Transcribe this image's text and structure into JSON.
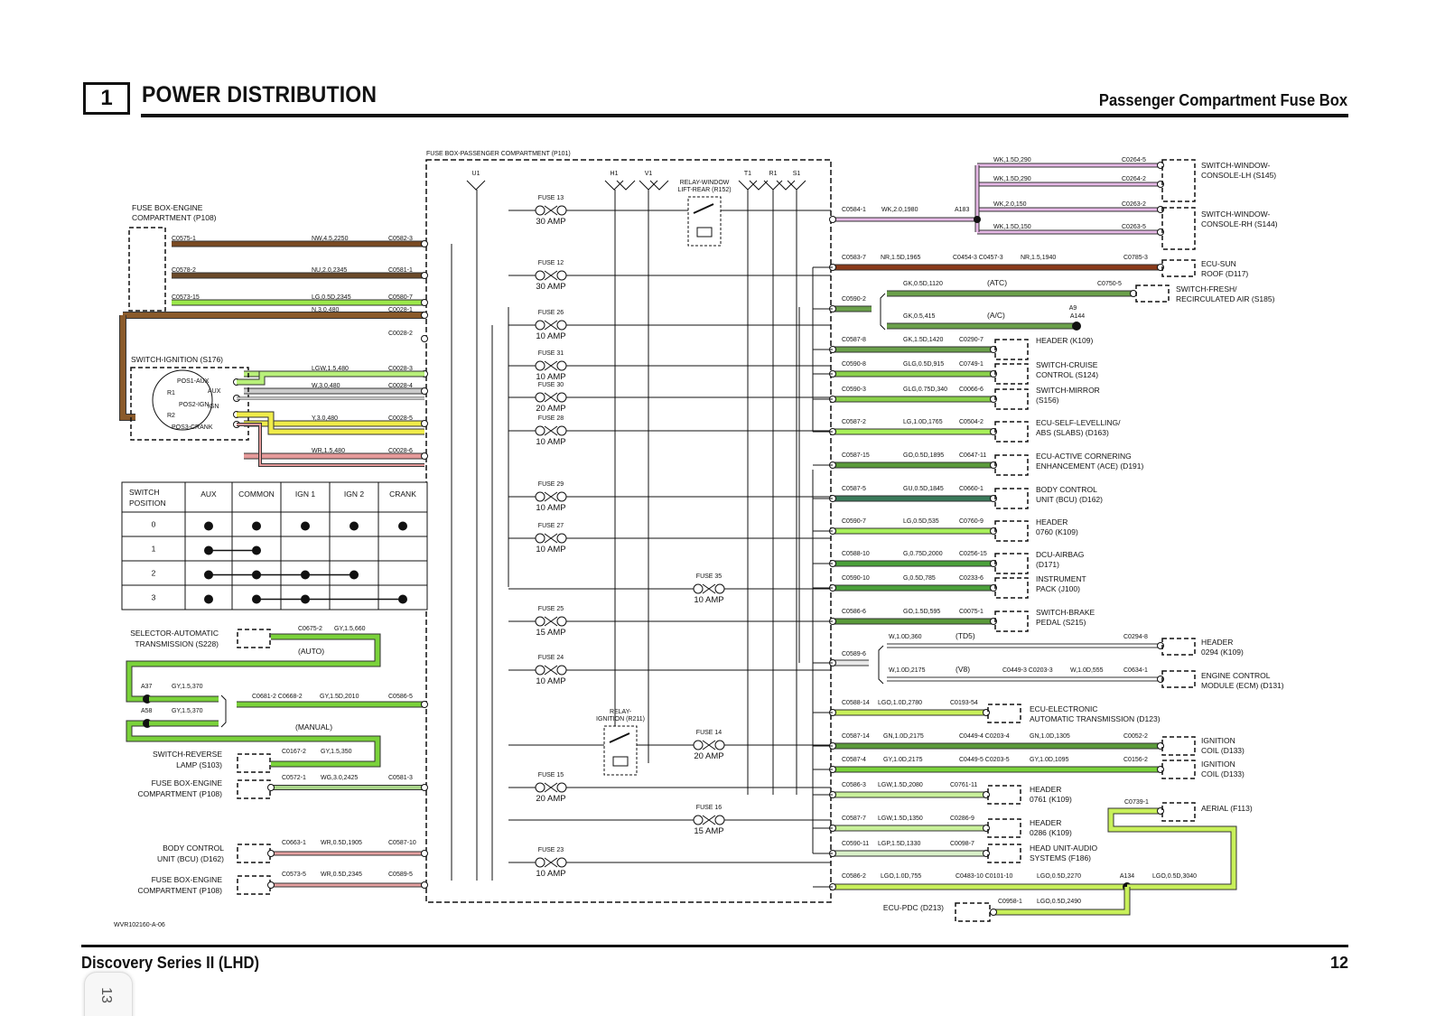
{
  "header": {
    "section_number": "1",
    "title": "POWER DISTRIBUTION",
    "subtitle": "Passenger Compartment Fuse Box"
  },
  "footer": {
    "model": "Discovery Series II (LHD)",
    "page_number": "12",
    "tab_label": "13",
    "drawing_ref": "WVR102160-A-06"
  },
  "fuse_box": {
    "label": "FUSE BOX-PASSENGER COMPARTMENT (P101)",
    "busbars": [
      "U1",
      "H1",
      "V1",
      "T1",
      "R1",
      "S1"
    ],
    "fuses": [
      {
        "name": "FUSE 13",
        "rating": "30 AMP"
      },
      {
        "name": "FUSE 12",
        "rating": "30 AMP"
      },
      {
        "name": "FUSE 26",
        "rating": "10 AMP"
      },
      {
        "name": "FUSE 31",
        "rating": "10 AMP"
      },
      {
        "name": "FUSE 30",
        "rating": "20 AMP"
      },
      {
        "name": "FUSE 28",
        "rating": "10 AMP"
      },
      {
        "name": "FUSE 29",
        "rating": "10 AMP"
      },
      {
        "name": "FUSE 27",
        "rating": "10 AMP"
      },
      {
        "name": "FUSE 35",
        "rating": "10 AMP"
      },
      {
        "name": "FUSE 25",
        "rating": "15 AMP"
      },
      {
        "name": "FUSE 24",
        "rating": "10 AMP"
      },
      {
        "name": "FUSE 14",
        "rating": "20 AMP"
      },
      {
        "name": "FUSE 15",
        "rating": "20 AMP"
      },
      {
        "name": "FUSE 16",
        "rating": "15 AMP"
      },
      {
        "name": "FUSE 23",
        "rating": "10 AMP"
      }
    ],
    "relays": [
      "RELAY-WINDOW LIFT-REAR (R152)",
      "RELAY-IGNITION (R211)"
    ]
  },
  "left_components": {
    "engine_fusebox_top": "FUSE BOX-ENGINE COMPARTMENT (P108)",
    "ignition_switch": "SWITCH-IGNITION (S176)",
    "ignition_positions": [
      "POS1-AUX",
      "POS2-IGN",
      "POS3-CRANK",
      "AUX",
      "IGN",
      "R1",
      "R2"
    ],
    "selector": "SELECTOR-AUTOMATIC TRANSMISSION (S228)",
    "auto_label": "(AUTO)",
    "manual_label": "(MANUAL)",
    "splices": [
      "A37",
      "A58"
    ],
    "reverse_switch": "SWITCH-REVERSE LAMP (S103)",
    "engine_fusebox_mid": "FUSE BOX-ENGINE COMPARTMENT (P108)",
    "bcu": "BODY CONTROL UNIT (BCU) (D162)",
    "engine_fusebox_bot": "FUSE BOX-ENGINE COMPARTMENT (P108)"
  },
  "switch_table": {
    "headers": [
      "SWITCH POSITION",
      "AUX",
      "COMMON",
      "IGN 1",
      "IGN 2",
      "CRANK"
    ],
    "rows": [
      {
        "position": "0",
        "dots": [
          1,
          1,
          1,
          1,
          1
        ]
      },
      {
        "position": "1",
        "dots": [
          1,
          1,
          0,
          0,
          0
        ]
      },
      {
        "position": "2",
        "dots": [
          1,
          1,
          1,
          1,
          0
        ]
      },
      {
        "position": "3",
        "dots": [
          1,
          1,
          1,
          0,
          1
        ]
      }
    ]
  },
  "left_wires": [
    {
      "from": "C0575-1",
      "code": "NW,4.5,2250",
      "to": "C0582-3",
      "color": "#7a4a22"
    },
    {
      "from": "C0578-2",
      "code": "NU,2.0,2345",
      "to": "C0581-1",
      "color": "#6b4a2a"
    },
    {
      "from": "C0573-15",
      "code": "LG,0.5D,2345",
      "to": "C0580-7",
      "color": "#9be84a"
    },
    {
      "from": "",
      "code": "N,3.0,480",
      "to": "C0028-1",
      "color": "#8a5a2a"
    },
    {
      "from": "",
      "code": "",
      "to": "C0028-2",
      "color": "#8a5a2a"
    },
    {
      "from": "",
      "code": "LGW,1.5,480",
      "to": "C0028-3",
      "color": "#b8f07a"
    },
    {
      "from": "",
      "code": "W,3.0,480",
      "to": "C0028-4",
      "color": "#cccccc"
    },
    {
      "from": "",
      "code": "Y,3.0,480",
      "to": "C0028-5",
      "color": "#f0ec4a"
    },
    {
      "from": "",
      "code": "WR,1.5,480",
      "to": "C0028-6",
      "color": "#e59a9a"
    },
    {
      "from": "C0675-2",
      "code": "GY,1.5,660",
      "to": "",
      "color": "#7ad23a"
    },
    {
      "from": "",
      "code": "GY,1.5,370",
      "to": "",
      "color": "#7ad23a"
    },
    {
      "from": "",
      "code": "GY,1.5,370",
      "to": "",
      "color": "#7ad23a"
    },
    {
      "from": "C0681-2 C0668-2",
      "code": "GY,1.5D,2010",
      "to": "C0586-5",
      "color": "#7ad23a"
    },
    {
      "from": "C0167-2",
      "code": "GY,1.5,350",
      "to": "",
      "color": "#7ad23a"
    },
    {
      "from": "C0572-1",
      "code": "WG,3.0,2425",
      "to": "C0581-3",
      "color": "#a8d48a"
    },
    {
      "from": "C0663-1",
      "code": "WR,0.5D,1905",
      "to": "C0587-10",
      "color": "#e5a0a0"
    },
    {
      "from": "C0573-5",
      "code": "WR,0.5D,2345",
      "to": "C0589-5",
      "color": "#e5a0a0"
    }
  ],
  "right_wires": [
    {
      "from": "",
      "code": "WK,1.5D,290",
      "to": "C0264-5",
      "color": "#e6b8e6"
    },
    {
      "from": "",
      "code": "WK,1.5D,290",
      "to": "C0264-2",
      "color": "#e6b8e6"
    },
    {
      "from": "C0584-1",
      "code": "WK,2.0,1980",
      "to": "A183",
      "color": "#e6b8e6"
    },
    {
      "from": "",
      "code": "WK,2.0,150",
      "to": "C0263-2",
      "color": "#e6b8e6"
    },
    {
      "from": "",
      "code": "WK,1.5D,150",
      "to": "C0263-5",
      "color": "#e6b8e6"
    },
    {
      "from": "C0583-7",
      "code": "NR,1.5D,1965",
      "to": "C0785-3",
      "color": "#8a3a1a"
    },
    {
      "from": "C0454-3 C0457-3",
      "code": "NR,1.5,1940",
      "to": "",
      "color": "#8a3a1a"
    },
    {
      "from": "",
      "code": "GK,0.5D,1120",
      "to": "C0750-5",
      "color": "#6aa04a"
    },
    {
      "from": "C0590-2",
      "code": "",
      "to": "",
      "color": "#6aa04a"
    },
    {
      "from": "",
      "code": "GK,0.5,415",
      "to": "A9 A144",
      "color": "#6aa04a"
    },
    {
      "from": "C0587-8",
      "code": "GK,1.5D,1420",
      "to": "C0290-7",
      "color": "#6aa04a"
    },
    {
      "from": "C0590-8",
      "code": "GLG,0.5D,915",
      "to": "C0749-1",
      "color": "#8ad04a"
    },
    {
      "from": "C0590-3",
      "code": "GLG,0.75D,340",
      "to": "C0066-6",
      "color": "#8ad04a"
    },
    {
      "from": "C0587-2",
      "code": "LG,1.0D,1765",
      "to": "C0504-2",
      "color": "#a8f05a"
    },
    {
      "from": "C0587-15",
      "code": "GO,0.5D,1895",
      "to": "C0647-11",
      "color": "#5a9a3a"
    },
    {
      "from": "C0587-5",
      "code": "GU,0.5D,1845",
      "to": "C0660-1",
      "color": "#3a7a5a"
    },
    {
      "from": "C0590-7",
      "code": "LG,0.5D,535",
      "to": "C0760-9",
      "color": "#a8f05a"
    },
    {
      "from": "C0588-10",
      "code": "G,0.75D,2000",
      "to": "C0256-15",
      "color": "#4aa03a"
    },
    {
      "from": "C0590-10",
      "code": "G,0.5D,785",
      "to": "C0233-6",
      "color": "#4aa03a"
    },
    {
      "from": "C0586-6",
      "code": "GO,1.5D,595",
      "to": "C0075-1",
      "color": "#5a9a3a"
    },
    {
      "from": "",
      "code": "W,1.0D,360",
      "to": "C0294-8",
      "color": "#dddddd"
    },
    {
      "from": "C0589-6",
      "code": "",
      "to": "",
      "color": "#dddddd"
    },
    {
      "from": "",
      "code": "W,1.0D,2175",
      "to": "C0449-3 C0203-3",
      "color": "#dddddd"
    },
    {
      "from": "",
      "code": "W,1.0D,555",
      "to": "C0634-1",
      "color": "#dddddd"
    },
    {
      "from": "C0588-14",
      "code": "LGO,1.0D,2780",
      "to": "C0193-54",
      "color": "#c8f05a"
    },
    {
      "from": "C0587-14",
      "code": "GN,1.0D,2175",
      "to": "C0449-4 C0203-4",
      "color": "#5a9a3a"
    },
    {
      "from": "",
      "code": "GN,1.0D,1305",
      "to": "C0052-2",
      "color": "#5a9a3a"
    },
    {
      "from": "C0587-4",
      "code": "GY,1.0D,2175",
      "to": "C0449-5 C0203-5",
      "color": "#7ad23a"
    },
    {
      "from": "",
      "code": "GY,1.0D,1095",
      "to": "C0156-2",
      "color": "#7ad23a"
    },
    {
      "from": "C0586-3",
      "code": "LGW,1.5D,2080",
      "to": "C0761-11",
      "color": "#c8f09a"
    },
    {
      "from": "C0587-7",
      "code": "LGW,1.5D,1350",
      "to": "C0286-9",
      "color": "#c8f09a"
    },
    {
      "from": "C0590-11",
      "code": "LGP,1.5D,1330",
      "to": "C0098-7",
      "color": "#d8f0c8"
    },
    {
      "from": "C0586-2",
      "code": "LGO,1.0D,755",
      "to": "C0483-10 C0101-10",
      "color": "#c8f05a"
    },
    {
      "from": "",
      "code": "LGO,0.5D,2270",
      "to": "A134",
      "color": "#c8f05a"
    },
    {
      "from": "",
      "code": "LGO,0.5D,3040",
      "to": "C0739-1",
      "color": "#c8f05a"
    },
    {
      "from": "C0958-1",
      "code": "LGO,0.5D,2490",
      "to": "",
      "color": "#c8f05a"
    }
  ],
  "right_components": [
    "SWITCH-WINDOW-CONSOLE-LH (S145)",
    "SWITCH-WINDOW-CONSOLE-RH (S144)",
    "ECU-SUN ROOF (D117)",
    "SWITCH-FRESH/ RECIRCULATED AIR (S185)",
    "HEADER (K109)",
    "SWITCH-CRUISE CONTROL (S124)",
    "SWITCH-MIRROR (S156)",
    "ECU-SELF-LEVELLING/ ABS (SLABS) (D163)",
    "ECU-ACTIVE CORNERING ENHANCEMENT (ACE) (D191)",
    "BODY CONTROL UNIT (BCU) (D162)",
    "HEADER 0760 (K109)",
    "DCU-AIRBAG (D171)",
    "INSTRUMENT PACK (J100)",
    "SWITCH-BRAKE PEDAL (S215)",
    "HEADER 0294 (K109)",
    "ENGINE CONTROL MODULE (ECM) (D131)",
    "ECU-ELECTRONIC AUTOMATIC TRANSMISSION (D123)",
    "IGNITION COIL (D133)",
    "IGNITION COIL (D133)",
    "HEADER 0761 (K109)",
    "AERIAL (F113)",
    "HEADER 0286 (K109)",
    "HEAD UNIT-AUDIO SYSTEMS (F186)",
    "ECU-PDC (D213)"
  ],
  "variant_labels": [
    "(ATC)",
    "(A/C)",
    "(TD5)",
    "(V8)"
  ]
}
